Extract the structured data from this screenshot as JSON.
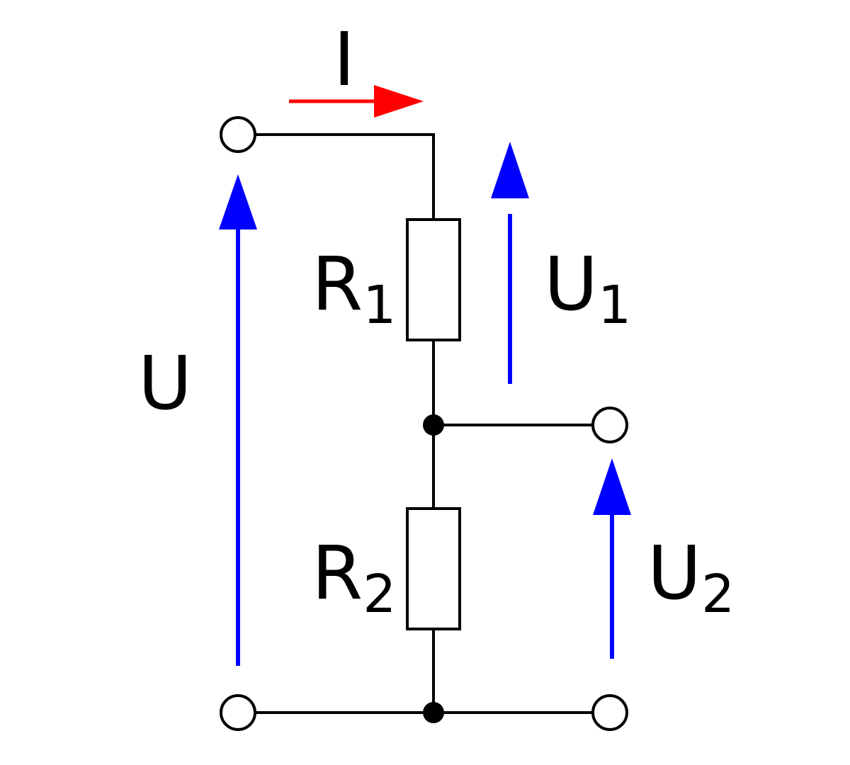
{
  "colors": {
    "wire": "#000000",
    "current_arrow": "#ff0000",
    "voltage_arrow": "#0000ff",
    "background": "#ffffff"
  },
  "labels": {
    "current": "I",
    "input_voltage": "U",
    "r1": {
      "main": "R",
      "sub": "1"
    },
    "r2": {
      "main": "R",
      "sub": "2"
    },
    "u1": {
      "main": "U",
      "sub": "1"
    },
    "u2": {
      "main": "U",
      "sub": "2"
    }
  }
}
